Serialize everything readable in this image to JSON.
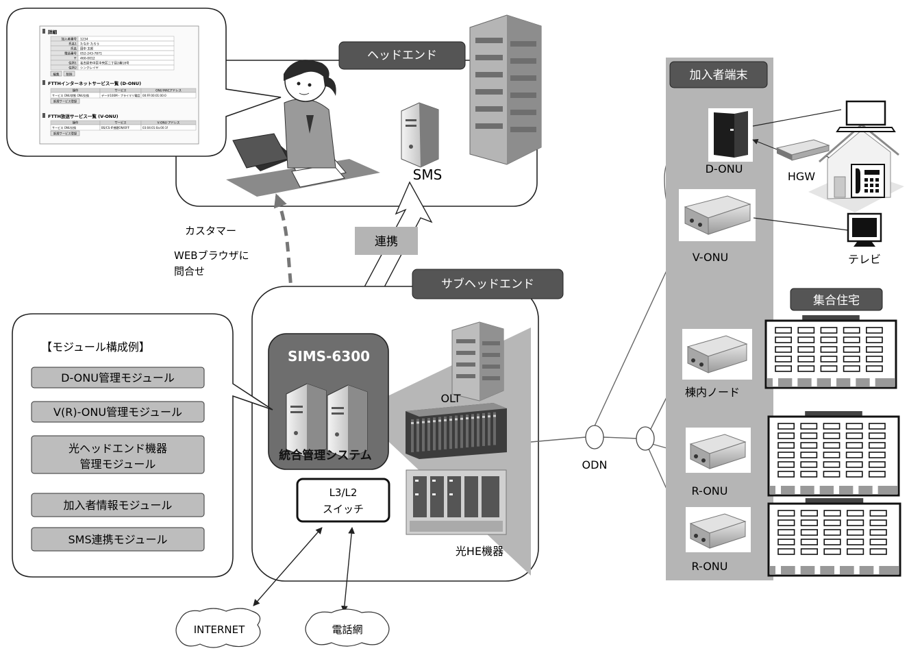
{
  "labels": {
    "headend": "ヘッドエンド",
    "sms": "SMS",
    "renkei": "連携",
    "customer": "カスタマー",
    "web_line1": "WEBブラウザに",
    "web_line2": "問合せ",
    "subheadend": "サブヘッドエンド",
    "sims_title": "SIMS-6300",
    "sims_caption": "統合管理システム",
    "olt": "OLT",
    "hikari_he": "光HE機器",
    "switch_line1": "L3/L2",
    "switch_line2": "スイッチ",
    "internet": "INTERNET",
    "phone_net": "電話網",
    "odn": "ODN",
    "subscriber": "加入者端末",
    "d_onu": "D-ONU",
    "v_onu": "V-ONU",
    "hgw": "HGW",
    "tv": "テレビ",
    "apartment": "集合住宅",
    "in_building_node": "棟内ノード",
    "r_onu_1": "R-ONU",
    "r_onu_2": "R-ONU"
  },
  "modules": {
    "heading": "【モジュール構成例】",
    "items": [
      {
        "line1": "D-ONU管理モジュール",
        "line2": ""
      },
      {
        "line1": "V(R)-ONU管理モジュール",
        "line2": ""
      },
      {
        "line1": "光ヘッドエンド機器",
        "line2": "管理モジュール"
      },
      {
        "line1": "加入者情報モジュール",
        "line2": ""
      },
      {
        "line1": "SMS連携モジュール",
        "line2": ""
      }
    ]
  },
  "screen": {
    "section1": "詳細",
    "fields": [
      {
        "k": "加入者番号",
        "v": "1234"
      },
      {
        "k": "氏名1",
        "v": "たなか たろう"
      },
      {
        "k": "氏名",
        "v": "田中 太郎"
      },
      {
        "k": "電話番号",
        "v": "052-243-7871"
      },
      {
        "k": "〒",
        "v": "460-0012"
      },
      {
        "k": "住所1",
        "v": "名古屋市中区中央区二丁目2番18号"
      },
      {
        "k": "住所2",
        "v": "シンクレイヤ"
      }
    ],
    "btn_edit": "編集",
    "btn_delete": "削除",
    "section2": "FTTHインターネットサービス一覧 (D-ONU)",
    "t2_headers": [
      "操作",
      "サービス",
      "ONU MACアドレス"
    ],
    "t2_row": [
      "サービス ONU状態 ONU交換",
      "データ100M・ブライマリ電話",
      "00:FF:00:01:00:0"
    ],
    "t2_new": "新規サービス登録",
    "section3": "FTTH放送サービス一覧 (V-ONU)",
    "t3_headers": [
      "操作",
      "サービス",
      "V-ONU アドレス"
    ],
    "t3_row": [
      "サービス ONU交換",
      "BS/CS-IF視聴ON/OFF",
      "03:04:01:0a:00:1f"
    ],
    "t3_new": "新規サービス登録"
  }
}
